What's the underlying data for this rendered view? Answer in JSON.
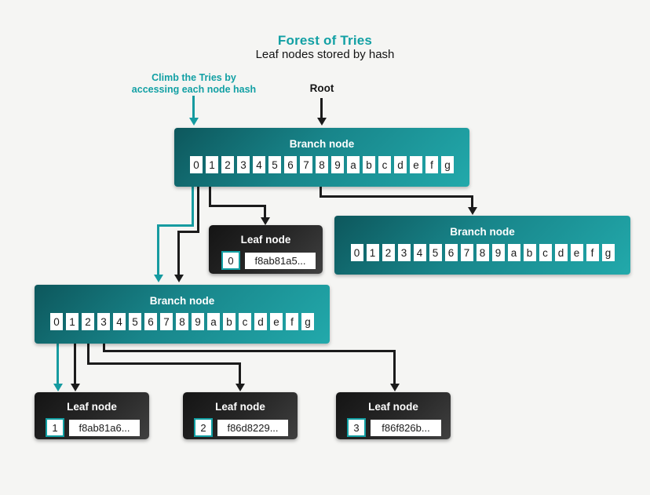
{
  "title": "Forest of Tries",
  "subtitle": "Leaf nodes stored by hash",
  "annotations": {
    "climb_label_line1": "Climb the Tries by",
    "climb_label_line2": "accessing each node hash",
    "root_label": "Root"
  },
  "colors": {
    "accent_teal": "#12a0a4",
    "branch_gradient_dark": "#0d575c",
    "branch_gradient_light": "#22a9ab",
    "leaf_gradient_dark": "#141414",
    "leaf_gradient_light": "#404040",
    "connector_black": "#1b1b1b",
    "background": "#f5f5f3"
  },
  "branch_cells": [
    "0",
    "1",
    "2",
    "3",
    "4",
    "5",
    "6",
    "7",
    "8",
    "9",
    "a",
    "b",
    "c",
    "d",
    "e",
    "f",
    "g"
  ],
  "branch_nodes": [
    {
      "id": "root-branch",
      "title": "Branch node"
    },
    {
      "id": "right-branch",
      "title": "Branch node"
    },
    {
      "id": "middle-branch",
      "title": "Branch node"
    }
  ],
  "leaf_nodes": [
    {
      "title": "Leaf node",
      "index": "0",
      "hash": "f8ab81a5..."
    },
    {
      "title": "Leaf node",
      "index": "1",
      "hash": "f8ab81a6..."
    },
    {
      "title": "Leaf node",
      "index": "2",
      "hash": "f86d8229..."
    },
    {
      "title": "Leaf node",
      "index": "3",
      "hash": "f86f826b..."
    }
  ]
}
